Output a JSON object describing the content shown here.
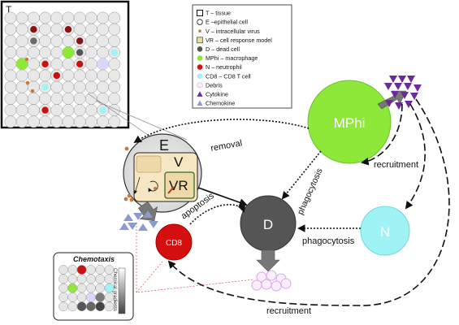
{
  "tissue": {
    "label": "T"
  },
  "legend": {
    "items": [
      {
        "symbol": "square-outline",
        "text": "T – tissue"
      },
      {
        "symbol": "circle-outline",
        "text": "E –epithelial cell"
      },
      {
        "symbol": "small-brown-dot",
        "text": "V – intracellular virus"
      },
      {
        "symbol": "tan-square",
        "text": "VR – cell response model"
      },
      {
        "symbol": "dark-circle",
        "text": "D – dead cell"
      },
      {
        "symbol": "green-circle",
        "text": "MPhi – macrophage"
      },
      {
        "symbol": "red-circle",
        "text": "N – neutrophil"
      },
      {
        "symbol": "cyan-circle",
        "text": "CD8 – CD8 T cell"
      },
      {
        "symbol": "pink-circle",
        "text": "Debris"
      },
      {
        "symbol": "purple-triangle",
        "text": "Cytokine"
      },
      {
        "symbol": "blue-triangle",
        "text": "Chemokine"
      }
    ]
  },
  "nodes": {
    "epithelial": {
      "label": "E"
    },
    "virus": {
      "label": "V"
    },
    "response_model": {
      "label": "VR"
    },
    "macrophage": {
      "label": "MPhi"
    },
    "dead_cell": {
      "label": "D"
    },
    "neutrophil": {
      "label": "N"
    },
    "cd8": {
      "label": "CD8"
    }
  },
  "edges": {
    "removal": "removal",
    "apoptosis": "apoptosis",
    "phagocytosis_mphi": "phagocytosis",
    "phagocytosis_n": "phagocytosis",
    "recruitment_top": "recruitment",
    "recruitment_bottom": "recruitment"
  },
  "chemotaxis": {
    "title": "Chemotaxis",
    "gradient_label": "Chemical gradients"
  },
  "colors": {
    "macrophage": "#8ee83a",
    "neutrophil": "#9ff3f5",
    "cd8": "#d40f0f",
    "dead": "#555555",
    "cytokine": "#6a2a9a",
    "chemokine": "#8a9ccc",
    "debris": "#d8a8e8",
    "virus": "#c87a3a",
    "response_model": "#efd9a8"
  }
}
